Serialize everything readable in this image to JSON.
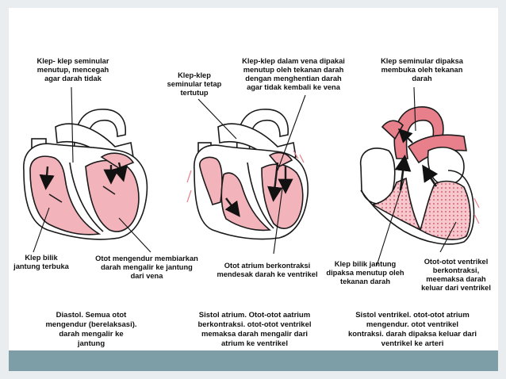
{
  "labels": {
    "d_top": "Klep- klep seminular\nmenutup, mencegah\nagar darah tidak",
    "d_bottom_left": "Klep bilik\njantung terbuka",
    "d_bottom_mid": "Otot mengendur membiarkan\ndarah mengalir ke jantung\ndari vena",
    "a_top_left": "Klep-klep\nseminular tetap\ntertutup",
    "a_top_right": "Klep-klep dalam vena dipakai\nmenutup oleh tekanan darah\ndengan menghentian darah\nagar tidak kembali ke vena",
    "a_bottom": "Otot atrium berkontraksi\nmendesak darah ke ventrikel",
    "v_top": "Klep seminular dipaksa\nmembuka oleh tekanan\ndarah",
    "v_bottom_left": "Klep bilik jantung\ndipaksa menutup oleh\ntekanan darah",
    "v_bottom_right": "Otot-otot ventrikel\nberkontraksi,\nmeemaksa darah\nkeluar dari ventrikel"
  },
  "captions": {
    "diastol": "Diastol. Semua otot\nmengendur (berelaksasi).\ndarah mengalir ke\njantung",
    "sistol_atrium": "Sistol atrium. Otot-otot aatrium\nberkontraksi. otot-otot ventrikel\nmemaksa darah mengalir dari\natrium ke ventrikel",
    "sistol_ventrikel": "Sistol ventrikel. otot-otot atrium\nmengendur. otot ventrikel\nkontraksi. darah dipaksa keluar dari\nventrikel ke arteri"
  },
  "colors": {
    "blood_pink": "#f2b3ba",
    "blood_red": "#e8808c",
    "outline": "#1a1a1a",
    "footer_bar": "#7d9ea7"
  }
}
